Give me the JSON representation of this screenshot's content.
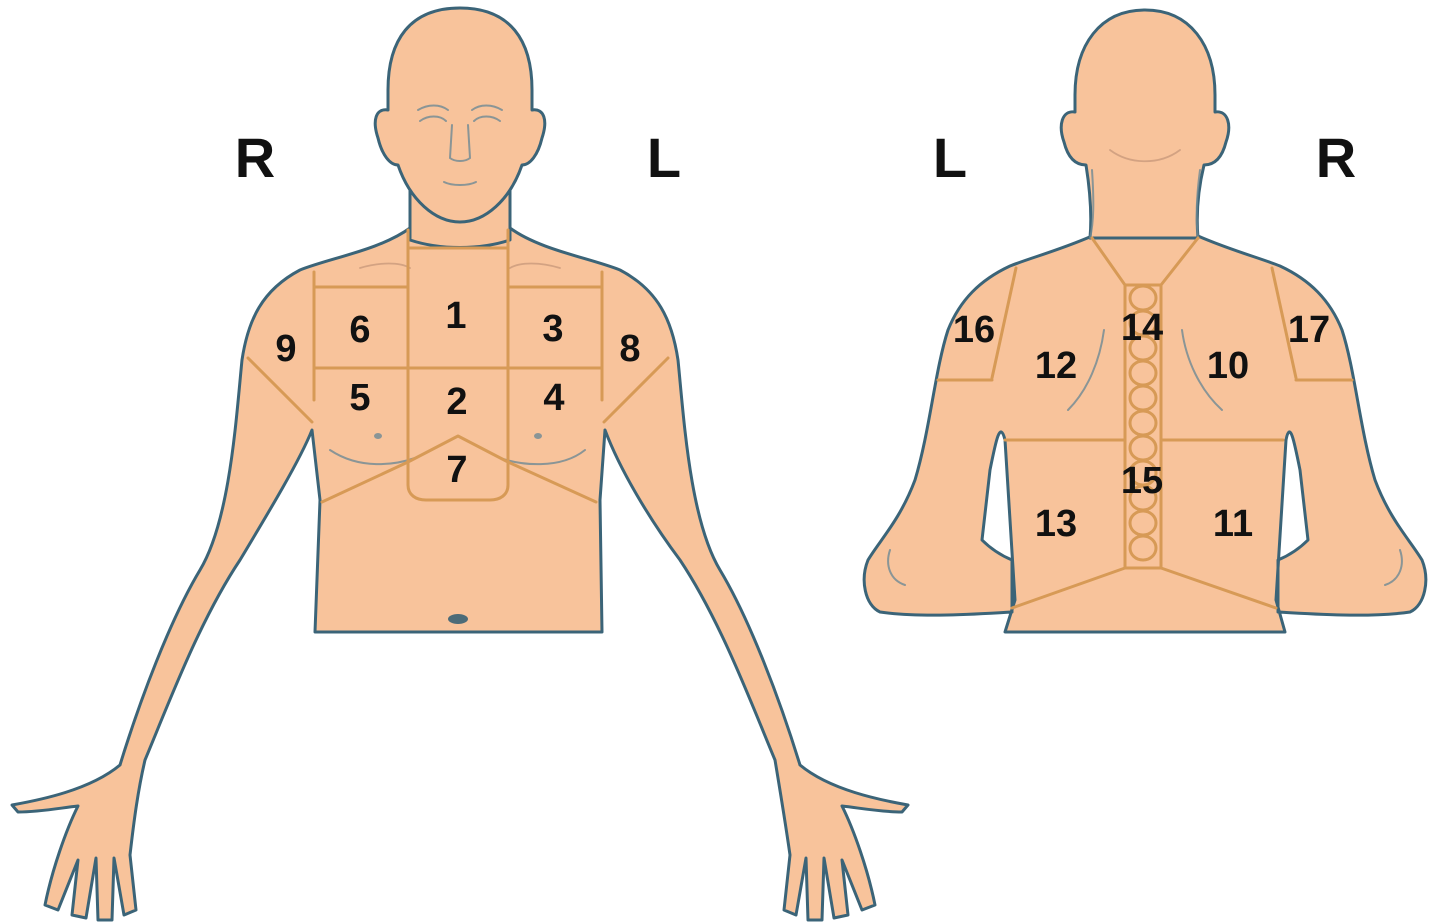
{
  "figures": {
    "front": {
      "side_labels": {
        "left_of_image": "R",
        "right_of_image": "L"
      },
      "zones": [
        "1",
        "2",
        "3",
        "4",
        "5",
        "6",
        "7",
        "8",
        "9"
      ]
    },
    "back": {
      "side_labels": {
        "left_of_image": "L",
        "right_of_image": "R"
      },
      "zones": [
        "10",
        "11",
        "12",
        "13",
        "14",
        "15",
        "16",
        "17"
      ]
    }
  },
  "colors": {
    "skin": "#f8c39b",
    "outline": "#3b6478",
    "zone_lines": "#d79a56",
    "label_text": "#111111",
    "background": "#ffffff"
  }
}
